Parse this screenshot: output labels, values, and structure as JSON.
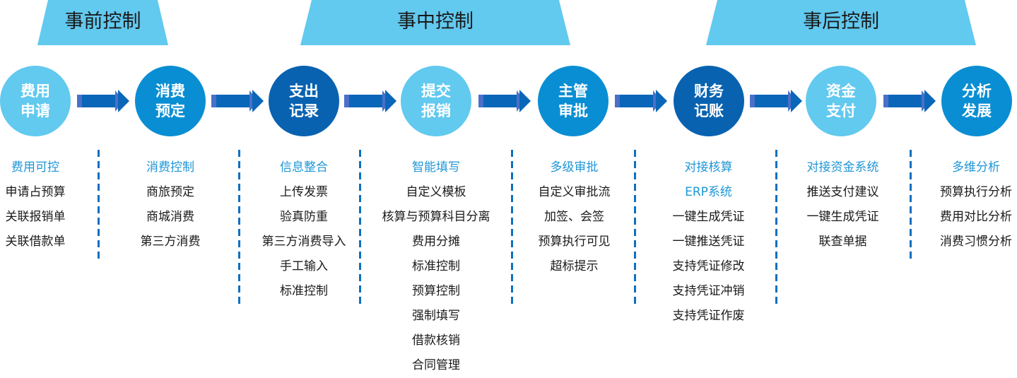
{
  "phases": [
    {
      "label": "事前控制"
    },
    {
      "label": "事中控制"
    },
    {
      "label": "事后控制"
    }
  ],
  "steps": [
    {
      "line1": "费用",
      "line2": "申请",
      "tone": "light"
    },
    {
      "line1": "消费",
      "line2": "预定",
      "tone": "mid"
    },
    {
      "line1": "支出",
      "line2": "记录",
      "tone": "dark"
    },
    {
      "line1": "提交",
      "line2": "报销",
      "tone": "light"
    },
    {
      "line1": "主管",
      "line2": "审批",
      "tone": "mid"
    },
    {
      "line1": "财务",
      "line2": "记账",
      "tone": "dark"
    },
    {
      "line1": "资金",
      "line2": "支付",
      "tone": "light"
    },
    {
      "line1": "分析",
      "line2": "发展",
      "tone": "mid"
    }
  ],
  "columns": [
    {
      "highlights": [
        "费用可控"
      ],
      "items": [
        "申请占预算",
        "关联报销单",
        "关联借款单"
      ]
    },
    {
      "highlights": [
        "消费控制"
      ],
      "items": [
        "商旅预定",
        "商城消费",
        "第三方消费"
      ]
    },
    {
      "highlights": [
        "信息整合"
      ],
      "items": [
        "上传发票",
        "验真防重",
        "第三方消费导入",
        "手工输入",
        "标准控制"
      ]
    },
    {
      "highlights": [
        "智能填写"
      ],
      "items": [
        "自定义模板",
        "核算与预算科目分离",
        "费用分摊",
        "标准控制",
        "预算控制",
        "强制填写",
        "借款核销",
        "合同管理"
      ]
    },
    {
      "highlights": [
        "多级审批"
      ],
      "items": [
        "自定义审批流",
        "加签、会签",
        "预算执行可见",
        "超标提示"
      ]
    },
    {
      "highlights": [
        "对接核算",
        "ERP系统"
      ],
      "items": [
        "一键生成凭证",
        "一键推送凭证",
        "支持凭证修改",
        "支持凭证冲销",
        "支持凭证作废"
      ]
    },
    {
      "highlights": [
        "对接资金系统"
      ],
      "items": [
        "推送支付建议",
        "一键生成凭证",
        "联查单据"
      ]
    },
    {
      "highlights": [
        "多维分析"
      ],
      "items": [
        "预算执行分析",
        "费用对比分析",
        "消费习惯分析"
      ]
    }
  ],
  "colors": {
    "banner": "#62c9ef",
    "circle_light": "#62c9ef",
    "circle_mid": "#0a8ed3",
    "circle_dark": "#0862b0",
    "highlight_text": "#1e96d6",
    "arrow": "#0a66b8",
    "divider": "#0e6fc0"
  }
}
